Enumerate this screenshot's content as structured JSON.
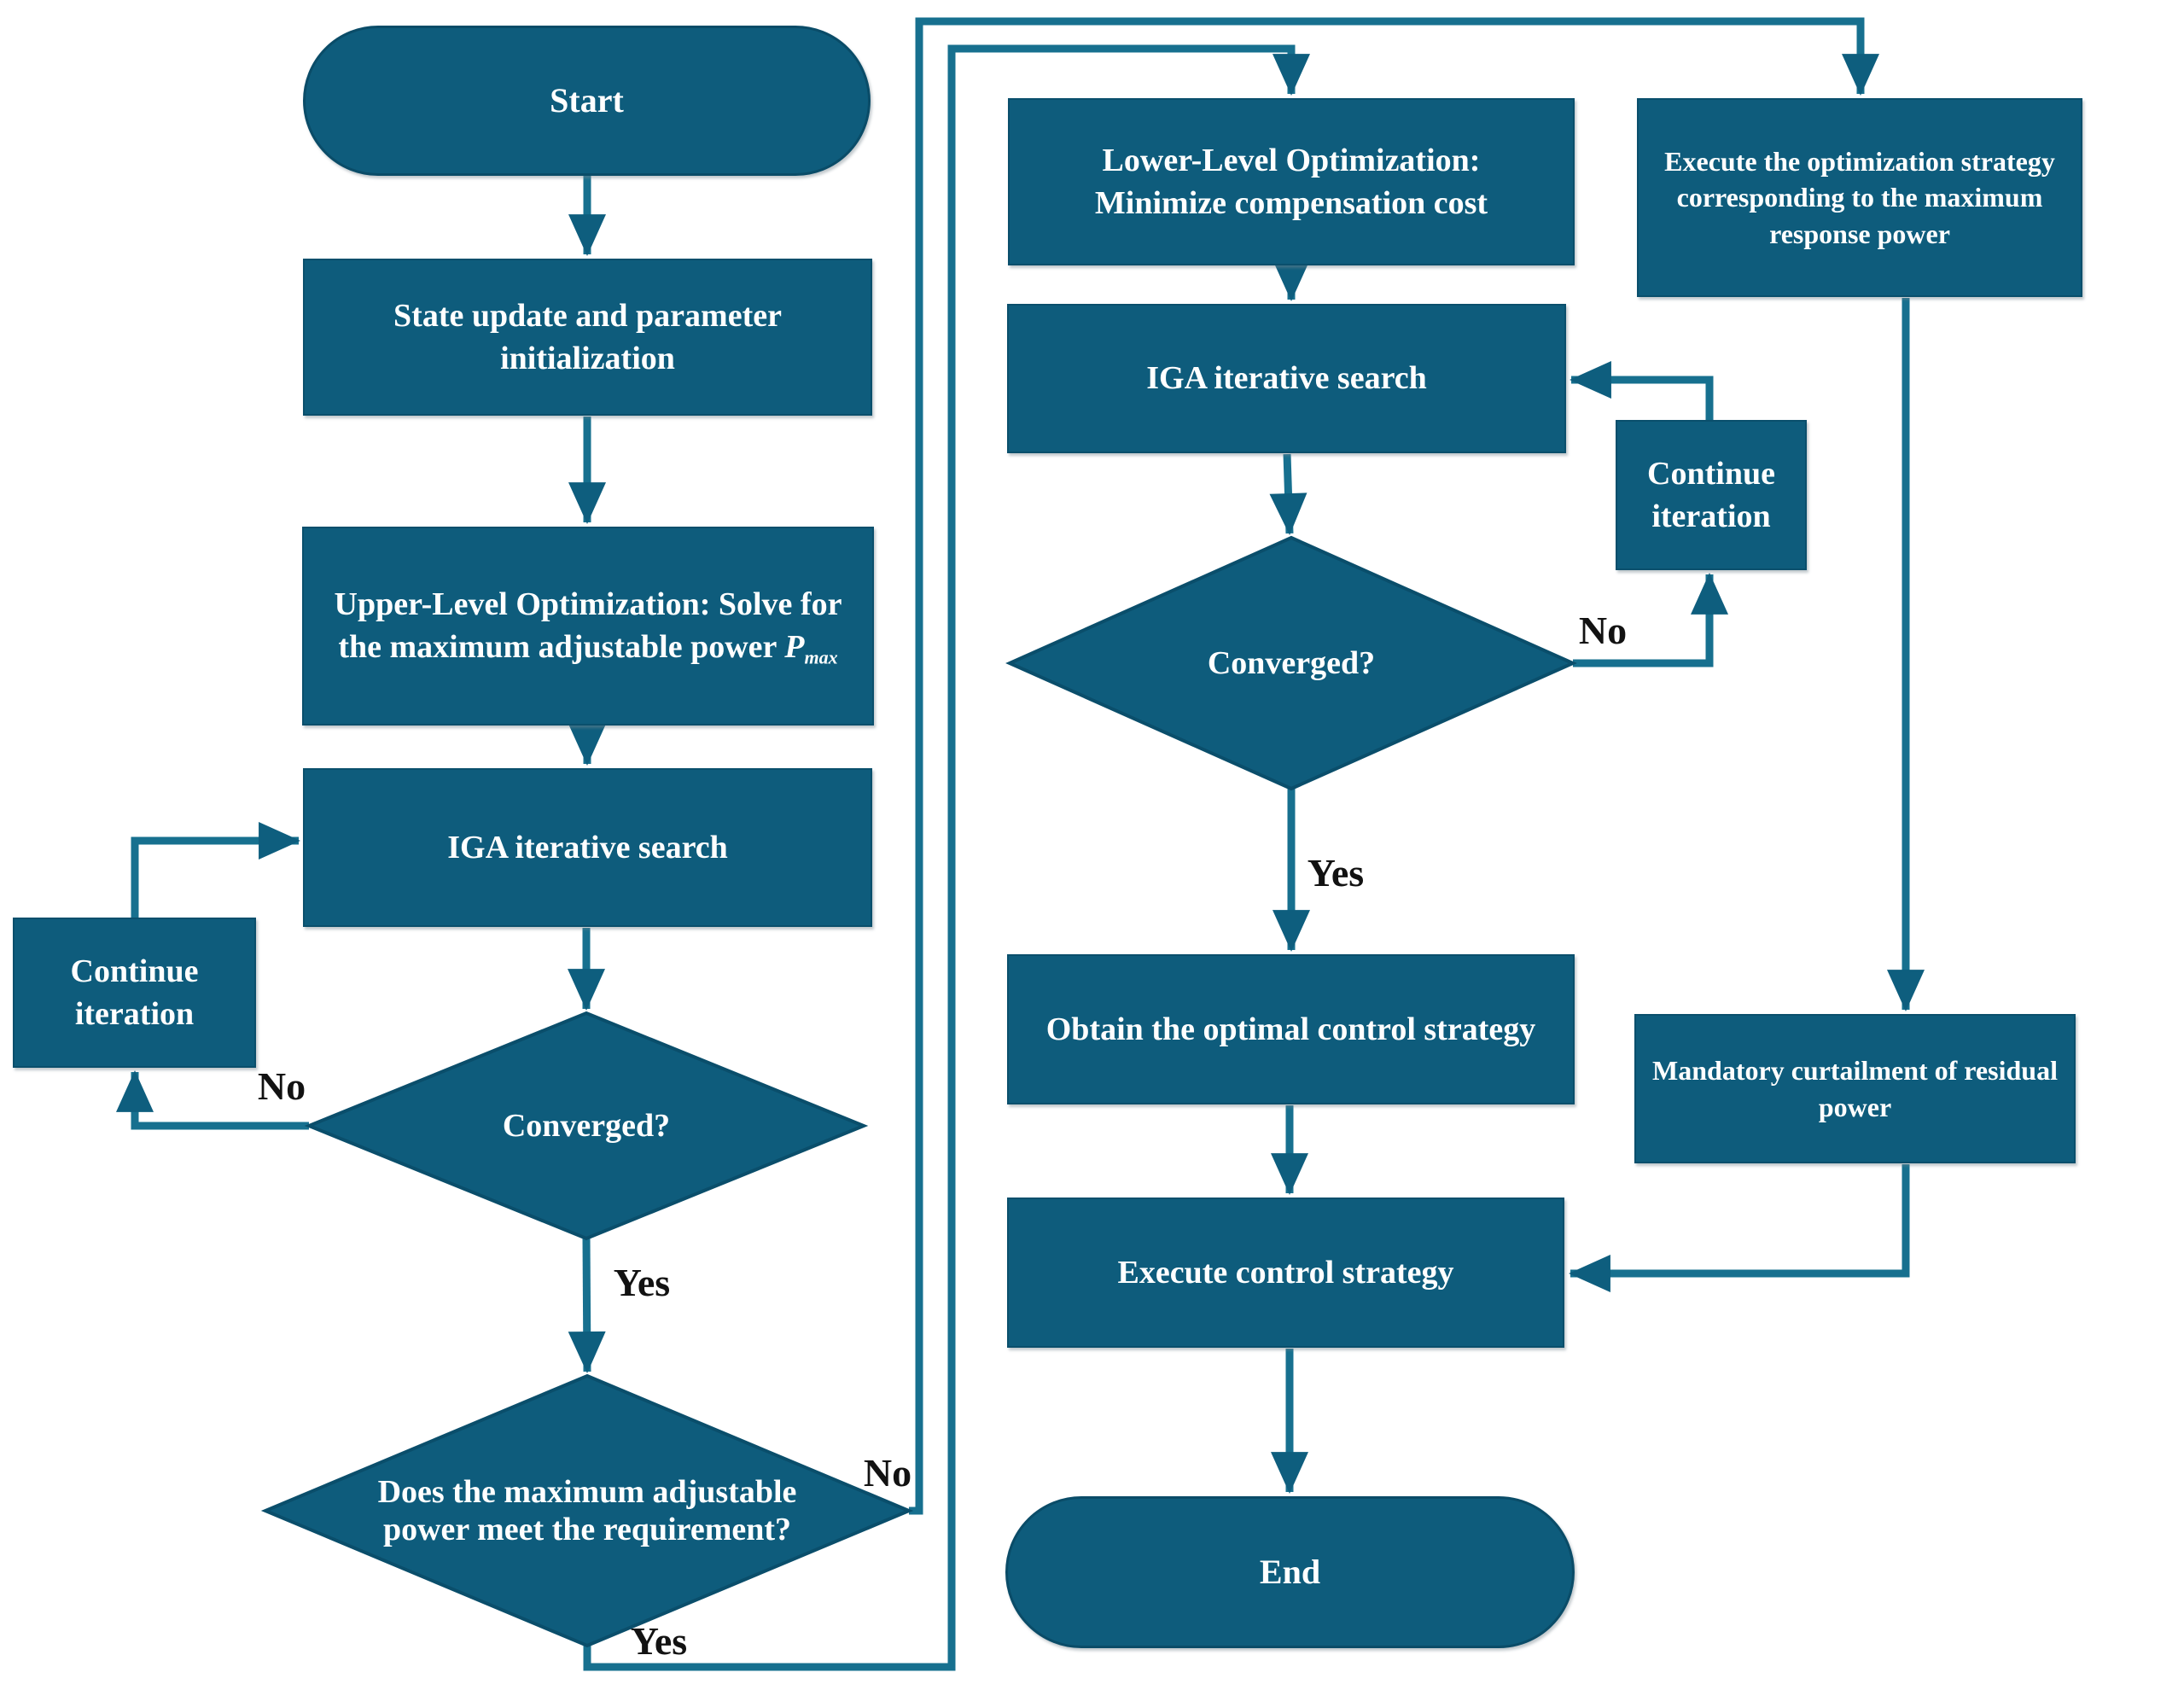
{
  "diagram_type": "flowchart",
  "colors": {
    "node_fill": "#0e5c7c",
    "node_border": "#0a4f6c",
    "connector": "#17708f",
    "arrowhead": "#0e5e7e",
    "node_text": "#ffffff",
    "branch_label_text": "#121212",
    "background": "#ffffff"
  },
  "nodes": {
    "start": {
      "label": "Start"
    },
    "state_update": {
      "lines": [
        "State update and parameter",
        "initialization"
      ]
    },
    "upper_level": {
      "line1": "Upper-Level Optimization: Solve for",
      "line2": "the maximum adjustable power ",
      "pmax_base": "P",
      "pmax_sub": "max"
    },
    "iga_left": {
      "label": "IGA iterative search"
    },
    "converged_left": {
      "label": "Converged?"
    },
    "continue_left": {
      "lines": [
        "Continue",
        "iteration"
      ]
    },
    "requirement_check": {
      "lines": [
        "Does the maximum adjustable",
        "power meet the requirement?"
      ]
    },
    "lower_level": {
      "lines": [
        "Lower-Level Optimization:",
        "Minimize compensation cost"
      ]
    },
    "iga_mid": {
      "label": "IGA iterative search"
    },
    "converged_mid": {
      "label": "Converged?"
    },
    "continue_right": {
      "lines": [
        "Continue",
        "iteration"
      ]
    },
    "obtain_strategy": {
      "label": "Obtain the optimal control strategy"
    },
    "execute_control": {
      "label": "Execute control strategy"
    },
    "end": {
      "label": "End"
    },
    "execute_max_response": {
      "lines": [
        "Execute the optimization strategy",
        "corresponding to the maximum",
        "response power"
      ]
    },
    "mandatory_curtailment": {
      "lines": [
        "Mandatory curtailment of residual",
        "power"
      ]
    }
  },
  "branch_labels": {
    "converged_left_no": "No",
    "converged_left_yes": "Yes",
    "requirement_no": "No",
    "requirement_yes": "Yes",
    "converged_mid_no": "No",
    "converged_mid_yes": "Yes"
  }
}
